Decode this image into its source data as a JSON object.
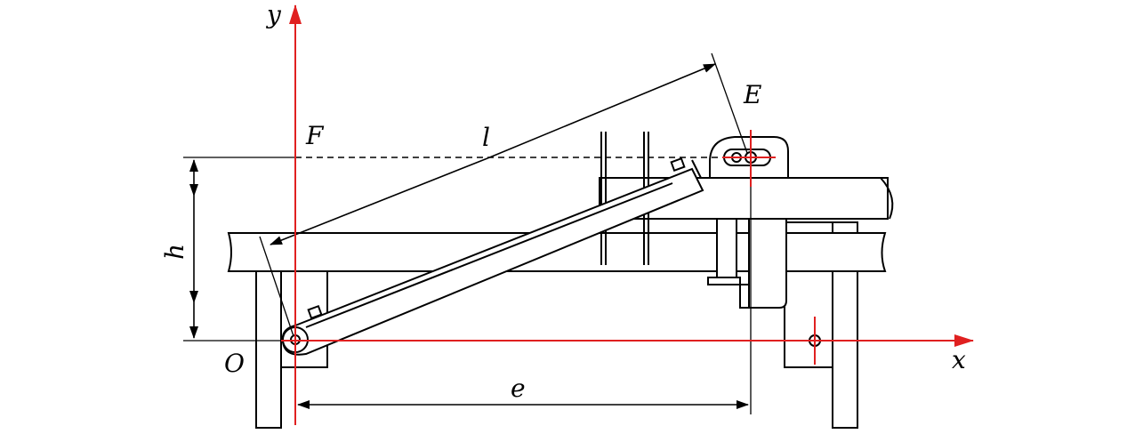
{
  "labels": {
    "y_axis": "y",
    "x_axis": "x",
    "origin": "O",
    "point_e": "E",
    "point_f": "F",
    "length_l": "l",
    "height_h": "h",
    "distance_e": "e"
  },
  "colors": {
    "axis": "#e02020",
    "lines": "#000000",
    "background": "#ffffff"
  }
}
